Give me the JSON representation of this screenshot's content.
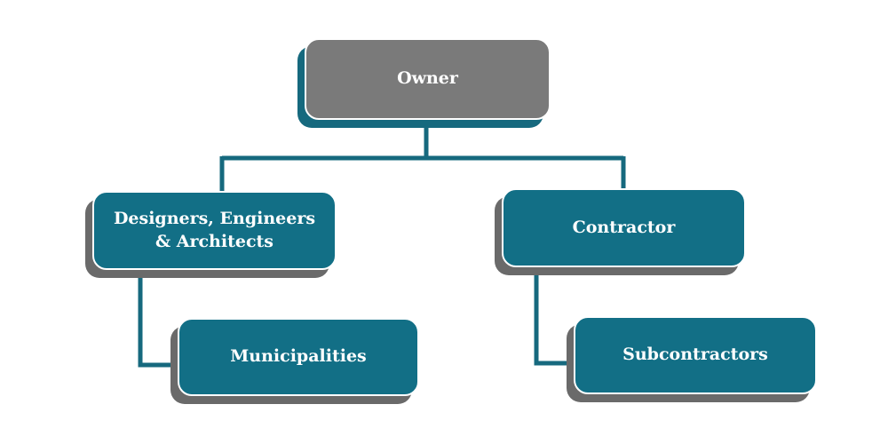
{
  "colors": {
    "owner_fill": "#7a7a7a",
    "owner_shadow": "#16697e",
    "node_fill": "#126f86",
    "node_shadow": "#6a6a6a",
    "connector": "#16697e",
    "text": "#ffffff"
  },
  "nodes": {
    "owner": {
      "label": "Owner"
    },
    "designers": {
      "label": "Designers, Engineers\n& Architects"
    },
    "contractor": {
      "label": "Contractor"
    },
    "municipalities": {
      "label": "Municipalities"
    },
    "subcontractors": {
      "label": "Subcontractors"
    }
  }
}
